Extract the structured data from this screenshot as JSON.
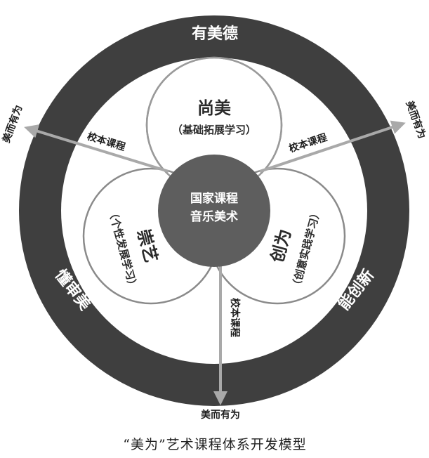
{
  "outer_ring": {
    "top": "有美德",
    "left": "懂审美",
    "right": "能创新"
  },
  "petals": {
    "top": {
      "title": "尚美",
      "subtitle": "（基础拓展学习）"
    },
    "left": {
      "title": "崇艺",
      "subtitle": "（个性发展学习）"
    },
    "right": {
      "title": "创为",
      "subtitle": "（创意实践学习）"
    }
  },
  "center": {
    "line1": "国家课程",
    "line2": "音乐美术"
  },
  "channels": {
    "left": "校本课程",
    "right": "校本课程",
    "bottom": "校本课程"
  },
  "outcomes": {
    "left": "美而有为",
    "right": "美而有为",
    "bottom": "美而有为"
  },
  "caption": "“美为”艺术课程体系开发模型",
  "colors": {
    "ring": "#3f3f3f",
    "center": "#5e5e5e",
    "arrow": "#a9a9a9",
    "petal_stroke": "#8a8a8a"
  }
}
